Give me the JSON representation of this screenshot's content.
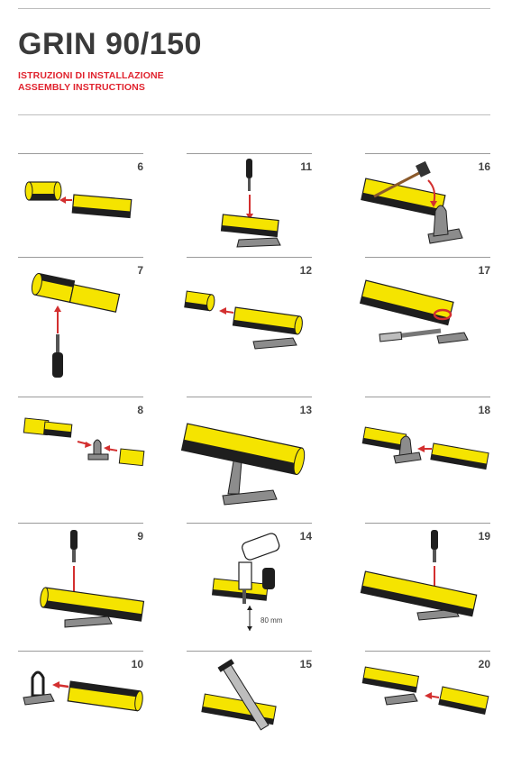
{
  "header": {
    "title": "GRIN 90/150",
    "subtitle_it": "ISTRUZIONI DI INSTALLAZIONE",
    "subtitle_en": "ASSEMBLY INSTRUCTIONS"
  },
  "steps": [
    "6",
    "7",
    "8",
    "9",
    "10",
    "11",
    "12",
    "13",
    "14",
    "15",
    "16",
    "17",
    "18",
    "19",
    "20"
  ],
  "annotations": {
    "distance": "80 mm"
  },
  "colors": {
    "accent": "#e0232e",
    "yellow": "#f5e400",
    "dark": "#1e1e1e",
    "metal": "#8c8c8c"
  }
}
